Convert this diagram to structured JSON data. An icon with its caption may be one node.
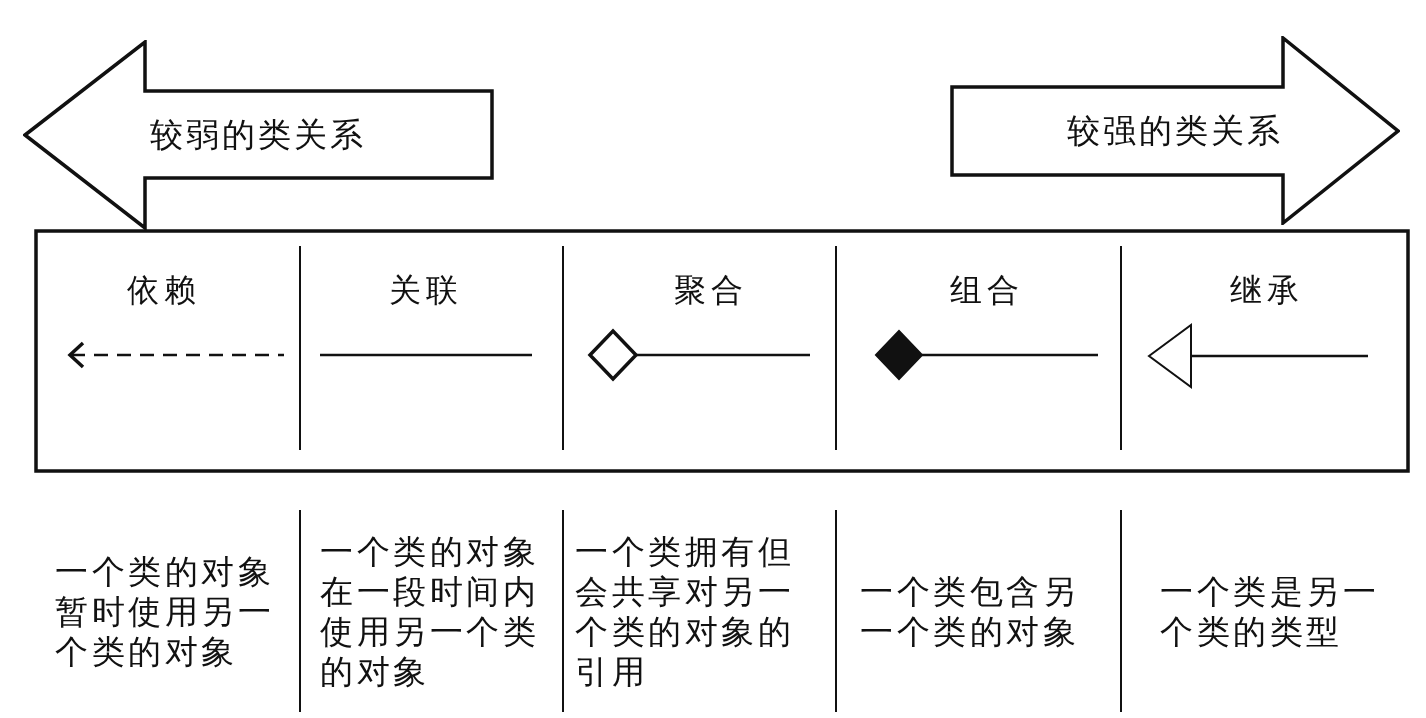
{
  "diagram": {
    "nodes": [
      {
        "text": [
          "较弱的类关系"
        ]
      },
      {
        "text": [
          "较强的类关系"
        ]
      }
    ],
    "labels": [
      "依赖",
      "关联",
      "聚合",
      "组合",
      "继承",
      "一个类的对象暂时使用另一个类的对象",
      "一个类的对象在一段时间内使用另一个类的对象",
      "一个类拥有但会共享对另一个类的对象的引用",
      "一个类包含另一个类的对象",
      "一个类是另一个类的类型"
    ]
  }
}
